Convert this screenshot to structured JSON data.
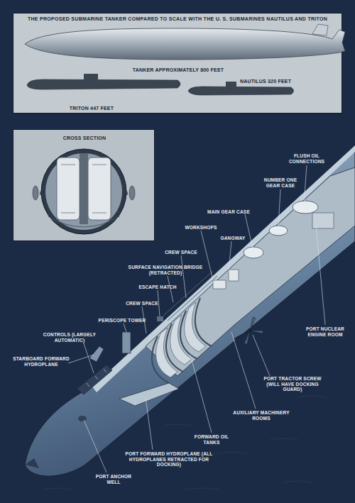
{
  "diagram": {
    "title": "THE PROPOSED SUBMARINE TANKER COMPARED TO SCALE WITH THE U. S. SUBMARINES NAUTILUS AND TRITON",
    "nodes": [
      {
        "text": [
          "TANKER APPROXIMATELY 800 FEET",
          "TRITON 447 FEET",
          "NAUTILUS 320 FEET"
        ]
      },
      {
        "text": [
          "CROSS SECTION"
        ]
      }
    ],
    "labels": [
      "FLUSH OIL CONNECTIONS",
      "NUMBER ONE GEAR CASE",
      "MAIN GEAR CASE",
      "WORKSHOPS",
      "GANGWAY",
      "CREW SPACE",
      "SURFACE NAVIGATION BRIDGE (RETRACTED)",
      "ESCAPE HATCH",
      "CREW SPACE",
      "PERISCOPE TOWER",
      "CONTROLS (LARGELY AUTOMATIC)",
      "STARBOARD FORWARD HYDROPLANE",
      "PORT NUCLEAR ENGINE ROOM",
      "PORT TRACTOR SCREW (WILL HAVE DOCKING GUARD)",
      "AUXILIARY MACHINERY ROOMS",
      "FORWARD OIL TANKS",
      "PORT FORWARD HYDROPLANE (ALL HYDROPLANES RETRACTED FOR DOCKING)",
      "PORT ANCHOR WELL"
    ]
  }
}
